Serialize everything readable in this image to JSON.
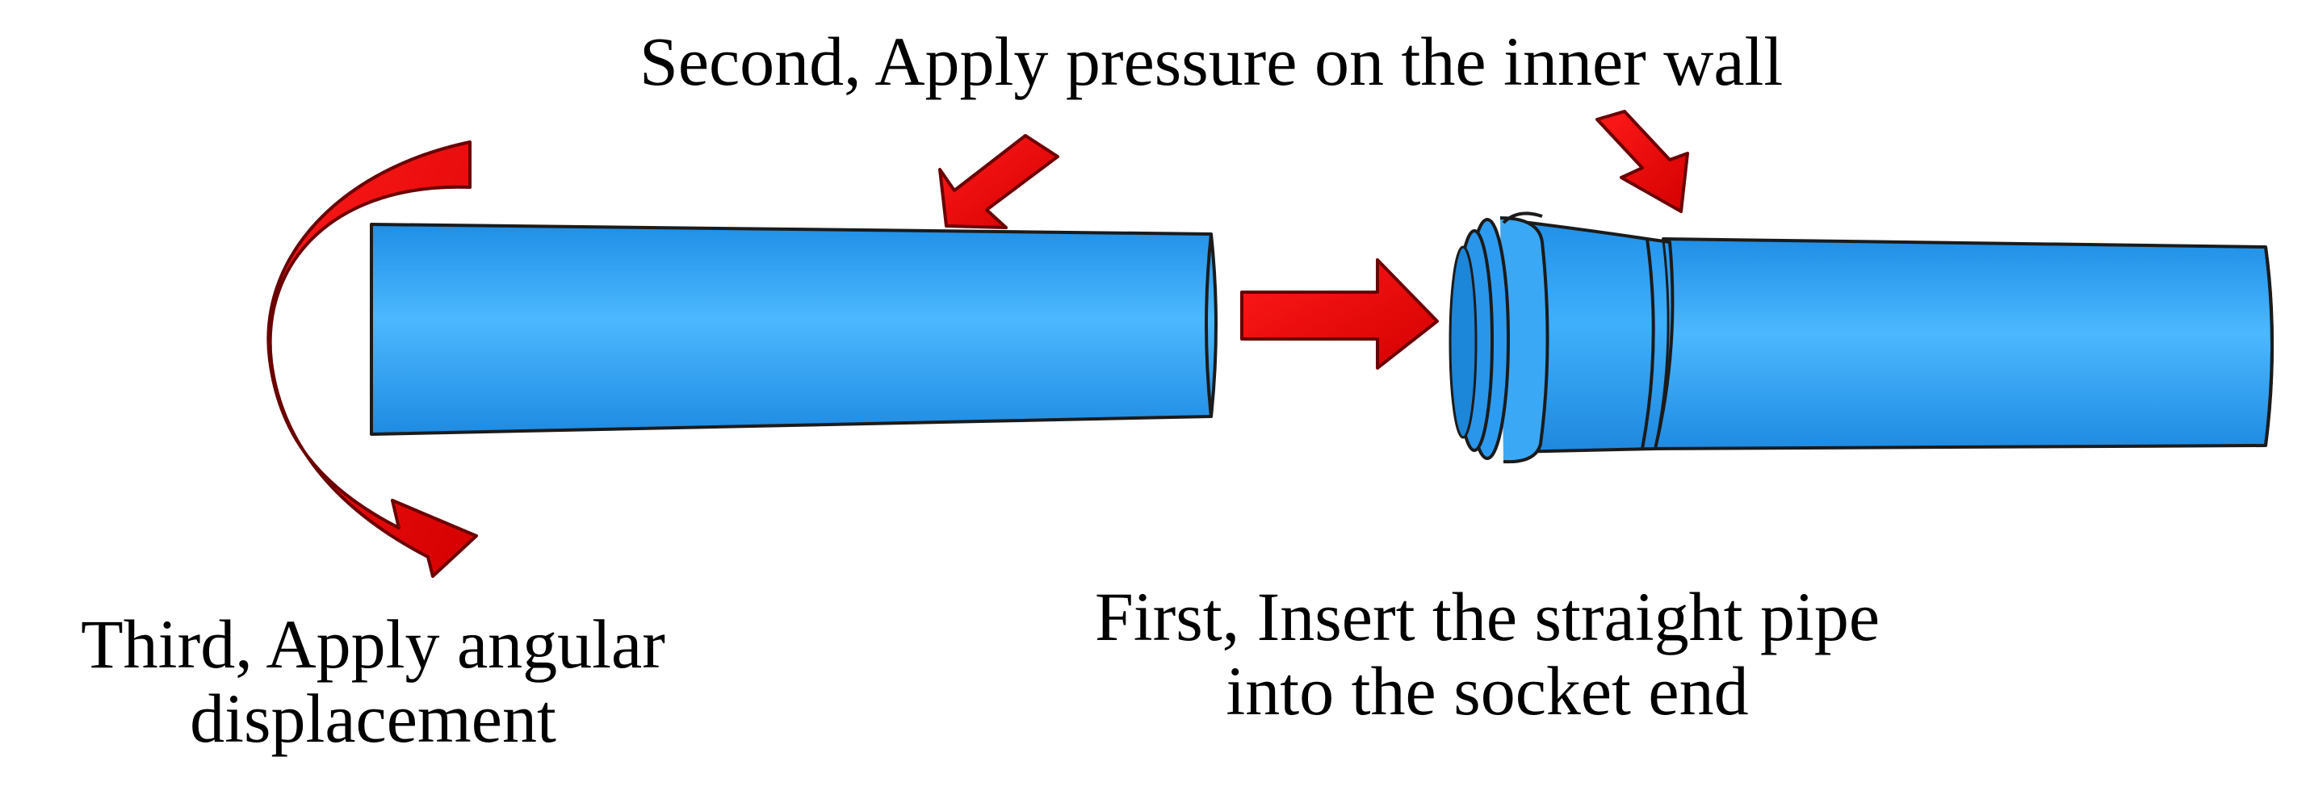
{
  "labels": {
    "second_step": "Second, Apply pressure on the inner wall",
    "first_step_line1": "First, Insert the straight pipe",
    "first_step_line2": "into the socket end",
    "third_step_line1": "Third, Apply angular",
    "third_step_line2": "displacement"
  },
  "colors": {
    "pipe_fill": "#2f9ff2",
    "pipe_highlight": "#4cb8ff",
    "pipe_shadow": "#1a7fd4",
    "outline": "#1b1b1b",
    "arrow": "#e80000",
    "arrow_dark": "#8a0000"
  }
}
